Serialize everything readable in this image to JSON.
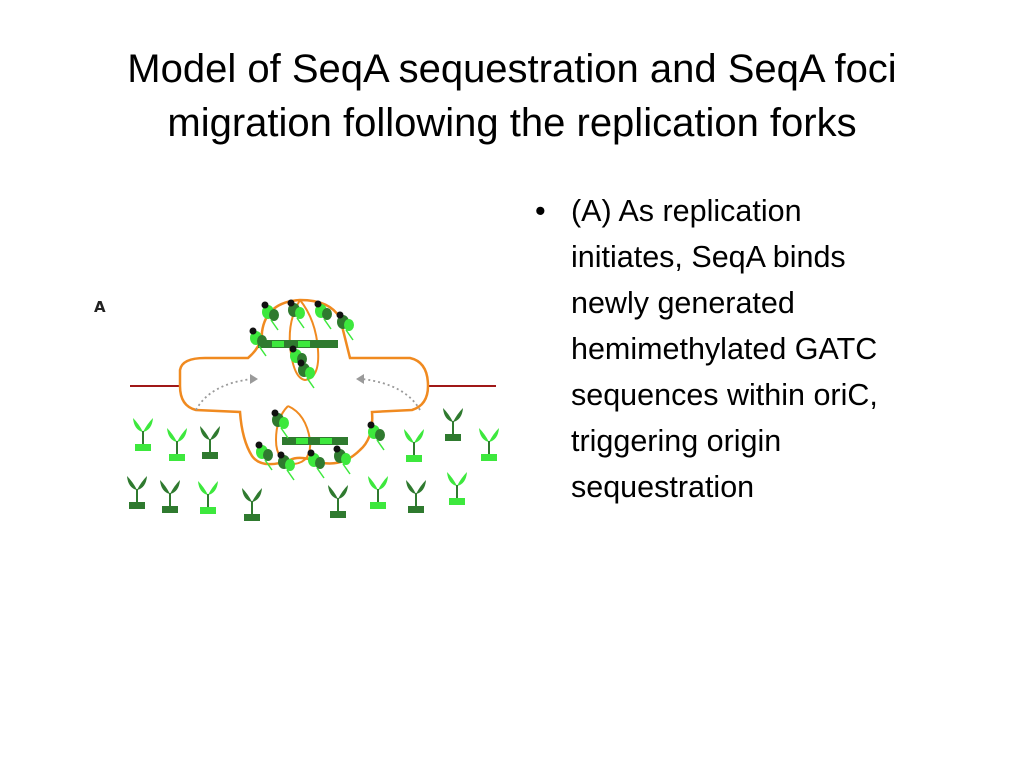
{
  "slide": {
    "title_lines": [
      "Model of SeqA sequestration and SeqA foci",
      "migration following the replication forks"
    ],
    "bullet_lines": [
      "(A) As replication",
      "initiates, SeqA binds",
      "newly generated",
      "hemimethylated GATC",
      "sequences within oriC,",
      "triggering origin",
      "sequestration"
    ]
  },
  "figure": {
    "panel_label": "A",
    "colors": {
      "dna_parental": "#a01818",
      "dna_replicated": "#f08a20",
      "seqa_dark": "#2f7a2f",
      "seqa_light": "#3de83d",
      "gatc_dot": "#111111",
      "arrow": "#9a9a9a"
    }
  }
}
